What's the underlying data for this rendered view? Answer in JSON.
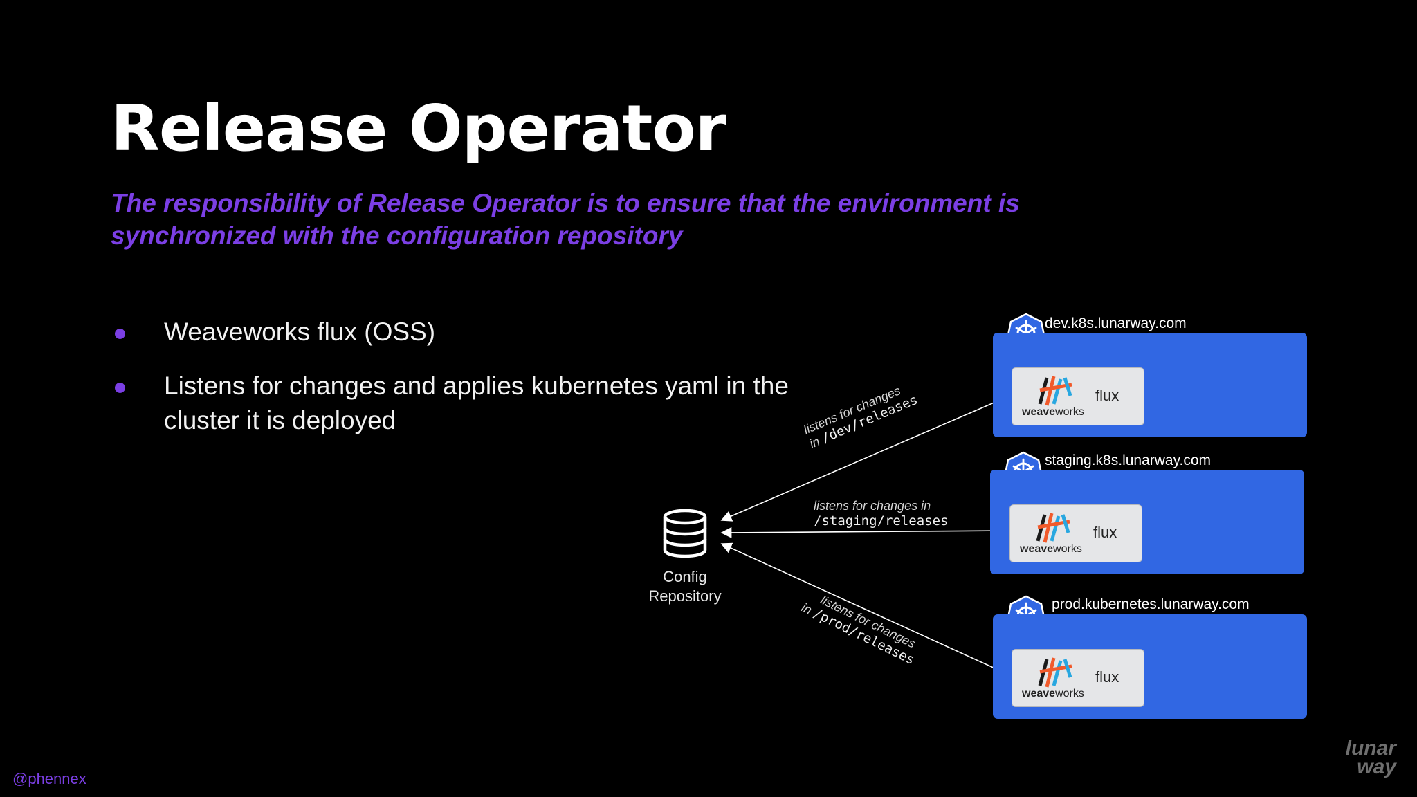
{
  "slide": {
    "title": "Release Operator",
    "subtitle": "The responsibility of Release Operator is to ensure that the environment is synchronized with the configuration repository",
    "bullets": [
      "Weaveworks flux (OSS)",
      "Listens for changes and applies kubernetes yaml in the cluster it is deployed"
    ],
    "handle": "@phennex",
    "logo": [
      "lunar",
      "way"
    ]
  },
  "repository": {
    "label_line1": "Config",
    "label_line2": "Repository",
    "icon": "database-icon"
  },
  "clusters": [
    {
      "name": "dev.k8s.lunarway.com",
      "flux_label": "flux",
      "weave_bold": "weave",
      "weave_rest": "works"
    },
    {
      "name": "staging.k8s.lunarway.com",
      "flux_label": "flux",
      "weave_bold": "weave",
      "weave_rest": "works"
    },
    {
      "name": "prod.kubernetes.lunarway.com",
      "flux_label": "flux",
      "weave_bold": "weave",
      "weave_rest": "works"
    }
  ],
  "edges": [
    {
      "text": "listens for changes",
      "prefix": "in ",
      "path": "/dev/releases"
    },
    {
      "text": "listens for changes in",
      "prefix": "",
      "path": "/staging/releases"
    },
    {
      "text": "listens for changes",
      "prefix": "in ",
      "path": "/prod/releases"
    }
  ],
  "colors": {
    "accent": "#7b3fe4",
    "cluster_fill": "#3167e3",
    "background": "#000000"
  }
}
